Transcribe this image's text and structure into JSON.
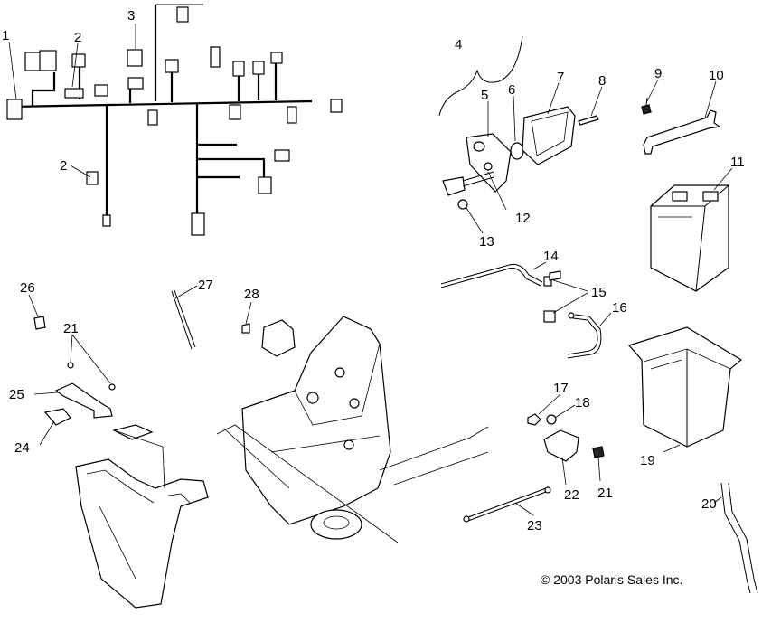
{
  "callouts": [
    {
      "id": "c1",
      "text": "1"
    },
    {
      "id": "c2a",
      "text": "2"
    },
    {
      "id": "c2b",
      "text": "2"
    },
    {
      "id": "c3",
      "text": "3"
    },
    {
      "id": "c4",
      "text": "4"
    },
    {
      "id": "c5",
      "text": "5"
    },
    {
      "id": "c6",
      "text": "6"
    },
    {
      "id": "c7",
      "text": "7"
    },
    {
      "id": "c8",
      "text": "8"
    },
    {
      "id": "c9",
      "text": "9"
    },
    {
      "id": "c10",
      "text": "10"
    },
    {
      "id": "c11",
      "text": "11"
    },
    {
      "id": "c12",
      "text": "12"
    },
    {
      "id": "c13",
      "text": "13"
    },
    {
      "id": "c14",
      "text": "14"
    },
    {
      "id": "c15",
      "text": "15"
    },
    {
      "id": "c16",
      "text": "16"
    },
    {
      "id": "c17",
      "text": "17"
    },
    {
      "id": "c18",
      "text": "18"
    },
    {
      "id": "c19",
      "text": "19"
    },
    {
      "id": "c20",
      "text": "20"
    },
    {
      "id": "c21a",
      "text": "21"
    },
    {
      "id": "c21b",
      "text": "21"
    },
    {
      "id": "c22",
      "text": "22"
    },
    {
      "id": "c23",
      "text": "23"
    },
    {
      "id": "c24",
      "text": "24"
    },
    {
      "id": "c25",
      "text": "25"
    },
    {
      "id": "c26",
      "text": "26"
    },
    {
      "id": "c27",
      "text": "27"
    },
    {
      "id": "c28",
      "text": "28"
    }
  ],
  "copyright": "© 2003 Polaris Sales Inc."
}
